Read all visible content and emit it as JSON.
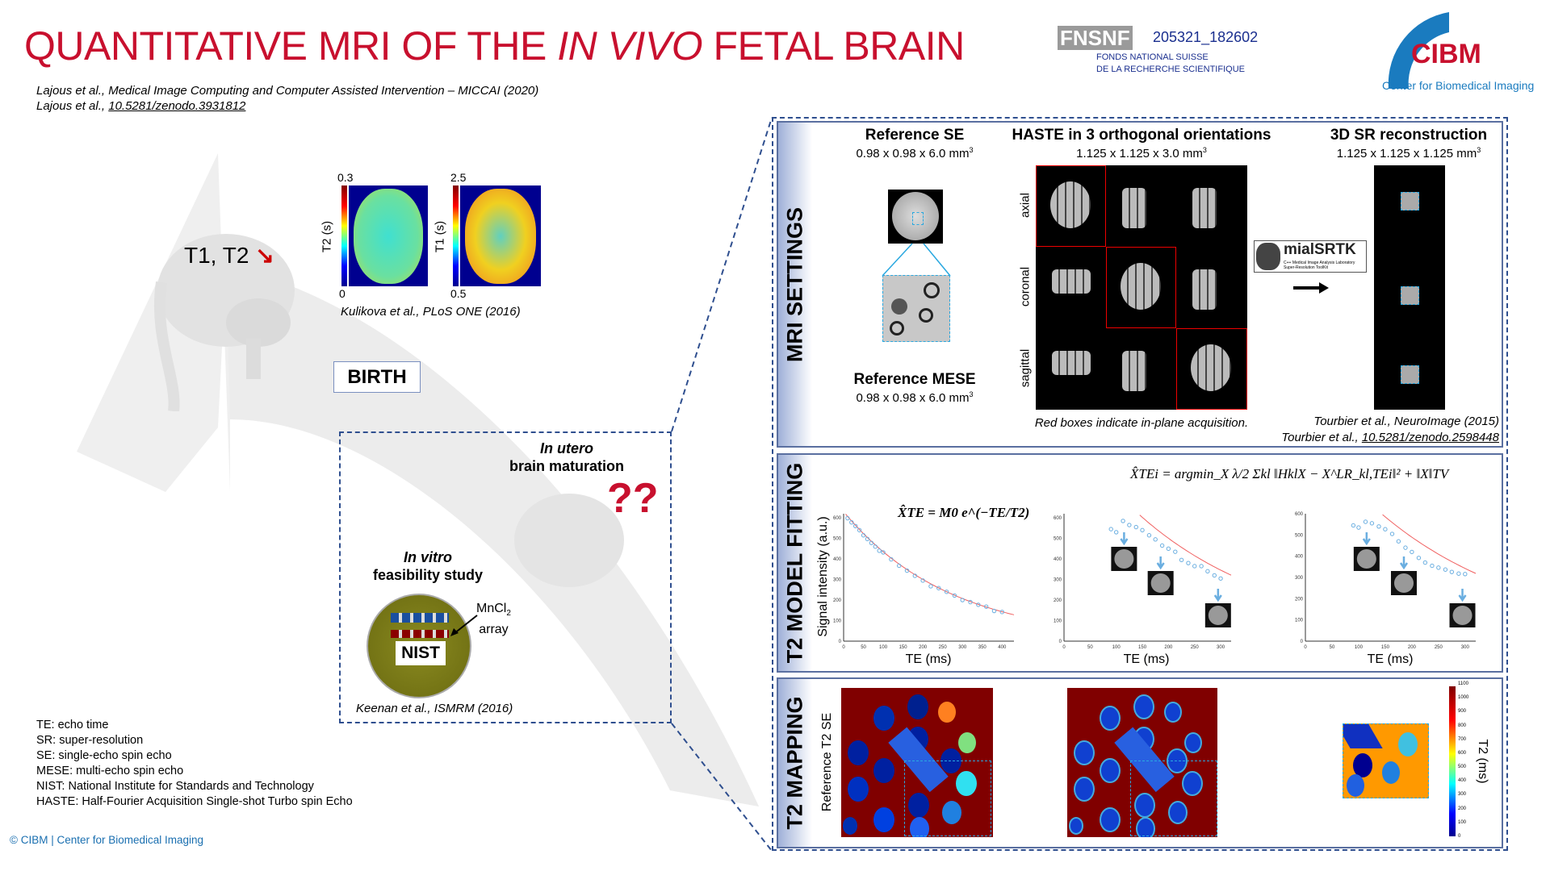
{
  "title": {
    "pre": "QUANTITATIVE MRI OF THE ",
    "italic": "IN VIVO",
    "post": " FETAL BRAIN"
  },
  "references": [
    {
      "text": "Lajous et al., Medical Image Computing and Computer Assisted Intervention – MICCAI (2020)"
    },
    {
      "prefix": "Lajous et al., ",
      "link": "10.5281/zenodo.3931812"
    }
  ],
  "logos": {
    "snf": "FNSNF",
    "grant": "205321_182602",
    "snf_line1": "FONDS NATIONAL SUISSE",
    "snf_line2": "DE LA RECHERCHE SCIENTIFIQUE",
    "cibm": "CIBM",
    "cibm_sub": "Center for Biomedical Imaging"
  },
  "left": {
    "t1t2": "T1, T2",
    "t1t2_arrow": "↘",
    "t2map": {
      "top": "0.3",
      "bottom": "0",
      "label": "T2 (s)"
    },
    "t1map": {
      "top": "2.5",
      "bottom": "0.5",
      "label": "T1 (s)"
    },
    "kulikova": "Kulikova et al., PLoS ONE (2016)",
    "birth": "BIRTH",
    "in_utero_1": "In utero",
    "in_utero_2": "brain maturation",
    "qq": "??",
    "in_vitro_1": "In vitro",
    "in_vitro_2": "feasibility study",
    "nist": "NIST",
    "mncl": "MnCl",
    "mncl_sub": "2",
    "array": "array",
    "keenan": "Keenan et al., ISMRM (2016)"
  },
  "abbreviations": [
    "TE: echo time",
    "SR: super-resolution",
    "SE: single-echo spin echo",
    "MESE: multi-echo spin echo",
    "NIST: National Institute for Standards and Technology",
    "HASTE: Half-Fourier Acquisition Single-shot Turbo spin Echo"
  ],
  "footer": "© CIBM | Center for Biomedical Imaging",
  "mri": {
    "label": "MRI SETTINGS",
    "se_title": "Reference SE",
    "se_dim": "0.98 x 0.98 x 6.0 mm",
    "mese_title": "Reference MESE",
    "mese_dim": "0.98 x 0.98 x 6.0 mm",
    "sup": "3",
    "haste_title": "HASTE in 3 orthogonal orientations",
    "haste_dim": "1.125 x 1.125 x 3.0 mm",
    "orient": [
      "axial",
      "coronal",
      "sagittal"
    ],
    "haste_caption": "Red boxes indicate in-plane acquisition.",
    "srtk": "mialSRTK",
    "srtk_sub1": "C++ Medical Image Analysis Laboratory",
    "srtk_sub2": "Super-Resolution ToolKit",
    "sr_title": "3D SR reconstruction",
    "sr_dim": "1.125 x 1.125 x 1.125 mm",
    "cite1": "Tourbier et al., NeuroImage (2015)",
    "cite2_prefix": "Tourbier et al., ",
    "cite2_link": "10.5281/zenodo.2598448"
  },
  "fitting": {
    "label": "T2 MODEL FITTING",
    "formula1": "X̂TE = M0 e^(−TE/T2)",
    "formula2": "X̂TEi = argmin_X λ/2 Σkl ‖HklX − X^LR_kl,TEi‖² + ‖X‖TV"
  },
  "chart_data": [
    {
      "type": "scatter",
      "xlabel": "TE (ms)",
      "ylabel": "Signal intensity (a.u.)",
      "xlim": [
        0,
        430
      ],
      "ylim": [
        0,
        620
      ],
      "xticks": [
        0,
        50,
        100,
        150,
        200,
        250,
        300,
        350,
        400
      ],
      "yticks": [
        0,
        100,
        200,
        300,
        400,
        500,
        600
      ],
      "x": [
        10,
        20,
        30,
        40,
        50,
        60,
        70,
        80,
        90,
        100,
        120,
        140,
        160,
        180,
        200,
        220,
        240,
        260,
        280,
        300,
        320,
        340,
        360,
        380,
        400
      ],
      "y": [
        598,
        578,
        560,
        540,
        515,
        497,
        478,
        460,
        440,
        432,
        398,
        367,
        343,
        318,
        295,
        267,
        258,
        240,
        222,
        200,
        190,
        177,
        168,
        147,
        142
      ],
      "fit": {
        "M0": 630,
        "T2": 270
      }
    },
    {
      "type": "scatter",
      "xlabel": "TE (ms)",
      "ylabel": "",
      "xlim": [
        0,
        320
      ],
      "ylim": [
        0,
        620
      ],
      "xticks": [
        0,
        50,
        100,
        150,
        200,
        250,
        300
      ],
      "yticks": [
        0,
        100,
        200,
        300,
        400,
        500,
        600
      ],
      "x": [
        90,
        100,
        113,
        125,
        138,
        150,
        163,
        175,
        188,
        200,
        213,
        225,
        238,
        250,
        263,
        275,
        288,
        300
      ],
      "y": [
        545,
        530,
        585,
        565,
        555,
        540,
        515,
        495,
        465,
        450,
        435,
        395,
        380,
        365,
        365,
        340,
        320,
        305
      ],
      "fit": {
        "M0": 1050,
        "T2": 270
      }
    },
    {
      "type": "scatter",
      "xlabel": "TE (ms)",
      "ylabel": "",
      "xlim": [
        0,
        320
      ],
      "ylim": [
        0,
        600
      ],
      "xticks": [
        0,
        50,
        100,
        150,
        200,
        250,
        300
      ],
      "yticks": [
        0,
        100,
        200,
        300,
        400,
        500,
        600
      ],
      "x": [
        90,
        100,
        113,
        125,
        138,
        150,
        163,
        175,
        188,
        200,
        213,
        225,
        238,
        250,
        263,
        275,
        288,
        300
      ],
      "y": [
        545,
        535,
        562,
        555,
        540,
        527,
        505,
        470,
        440,
        420,
        392,
        370,
        355,
        346,
        337,
        326,
        318,
        316
      ],
      "fit": {
        "M0": 1000,
        "T2": 280
      }
    }
  ],
  "mapping": {
    "label": "T2 MAPPING",
    "ref_label": "Reference T2 SE",
    "colorbar_label": "T2 (ms)",
    "colorbar_ticks": [
      "0",
      "100",
      "200",
      "300",
      "400",
      "500",
      "600",
      "700",
      "800",
      "900",
      "1000",
      "1100"
    ]
  }
}
